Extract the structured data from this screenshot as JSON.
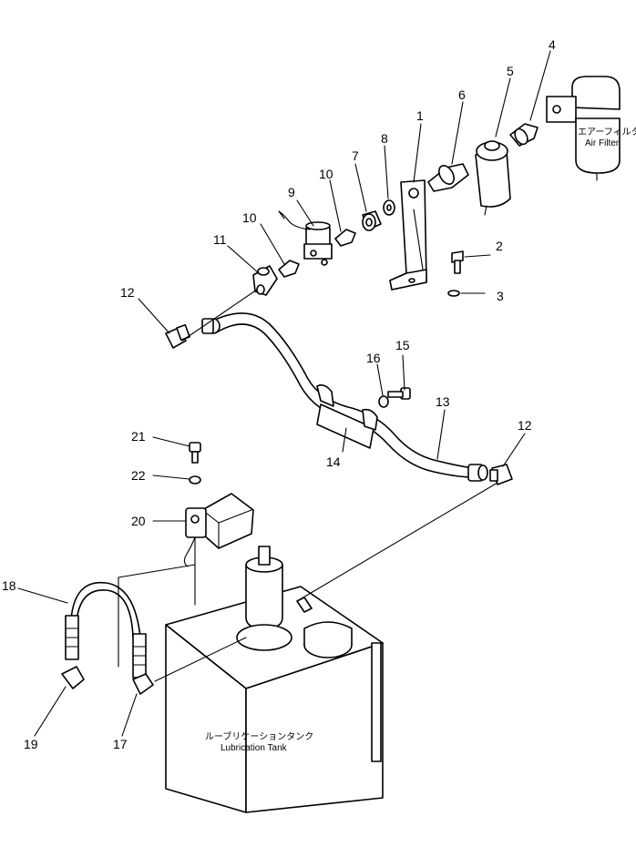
{
  "callouts": [
    "1",
    "2",
    "3",
    "4",
    "5",
    "6",
    "7",
    "8",
    "9",
    "10",
    "10",
    "11",
    "12",
    "12",
    "13",
    "14",
    "15",
    "16",
    "17",
    "18",
    "19",
    "20",
    "21",
    "22"
  ],
  "captions": {
    "air_filter_jp": "エアーフィルタ",
    "air_filter_en": "Air Filter",
    "tank_jp": "ルーブリケーションタンク",
    "tank_en": "Lubrication Tank"
  }
}
